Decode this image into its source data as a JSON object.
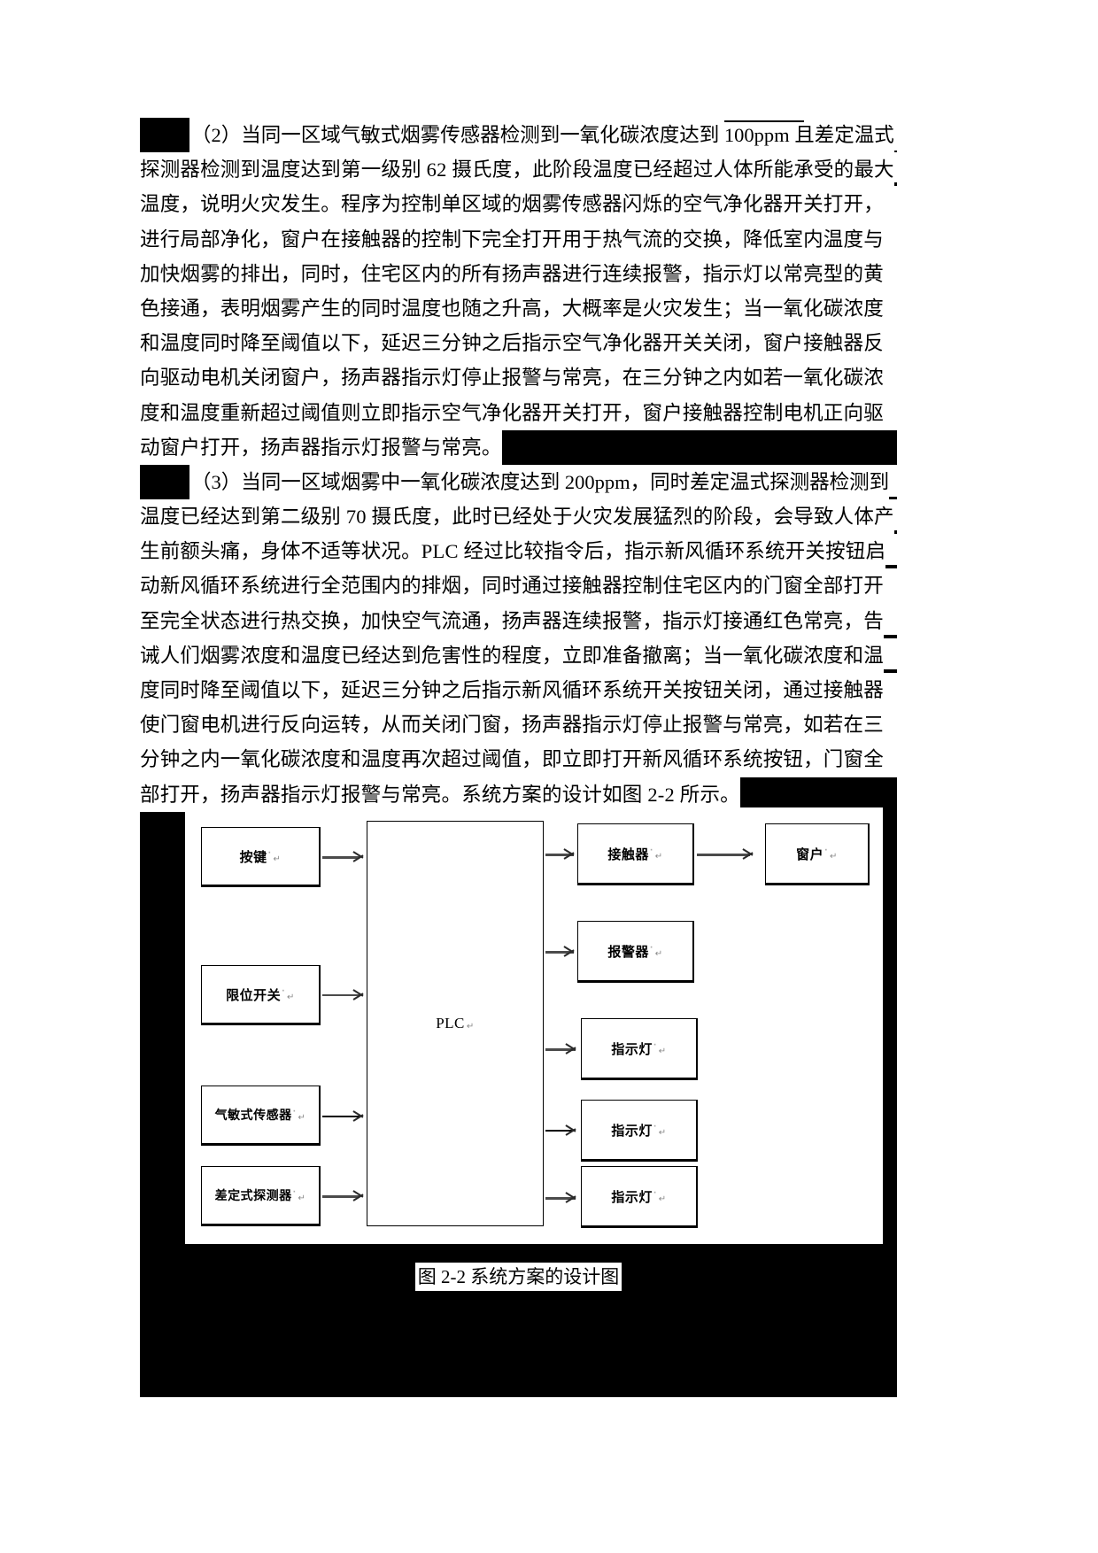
{
  "document": {
    "language": "zh-CN",
    "paragraphs": [
      {
        "id": "para-2",
        "marker": "（2）",
        "lines": [
          "（2）当同一区域气敏式烟雾传感器检测到一氧化碳浓度达到 100ppm 且差定温式",
          "探测器检测到温度达到第一级别 62 摄氏度，此阶段温度已经超过人体所能承受的最大",
          "温度，说明火灾发生。程序为控制单区域的烟雾传感器闪烁的空气净化器开关打开，",
          "进行局部净化，窗户在接触器的控制下完全打开用于热气流的交换，降低室内温度与",
          "加快烟雾的排出，同时，住宅区内的所有扬声器进行连续报警，指示灯以常亮型的黄",
          "色接通，表明烟雾产生的同时温度也随之升高，大概率是火灾发生；当一氧化碳浓度",
          "和温度同时降至阈值以下，延迟三分钟之后指示空气净化器开关关闭，窗户接触器反",
          "向驱动电机关闭窗户，扬声器指示灯停止报警与常亮，在三分钟之内如若一氧化碳浓",
          "度和温度重新超过阈值则立即指示空气净化器开关打开，窗户接触器控制电机正向驱",
          "动窗户打开，扬声器指示灯报警与常亮。"
        ]
      },
      {
        "id": "para-3",
        "marker": "（3）",
        "lines": [
          "（3）当同一区域烟雾中一氧化碳浓度达到 200ppm，同时差定温式探测器检测到",
          "温度已经达到第二级别 70 摄氏度，此时已经处于火灾发展猛烈的阶段，会导致人体产",
          "生前额头痛，身体不适等状况。PLC 经过比较指令后，指示新风循环系统开关按钮启",
          "动新风循环系统进行全范围内的排烟，同时通过接触器控制住宅区内的门窗全部打开",
          "至完全状态进行热交换，加快空气流通，扬声器连续报警，指示灯接通红色常亮，告",
          "诫人们烟雾浓度和温度已经达到危害性的程度，立即准备撤离；当一氧化碳浓度和温",
          "度同时降至阈值以下，延迟三分钟之后指示新风循环系统开关按钮关闭，通过接触器",
          "使门窗电机进行反向运转，从而关闭门窗，扬声器指示灯停止报警与常亮，如若在三",
          "分钟之内一氧化碳浓度和温度再次超过阈值，即立即打开新风循环系统按钮，门窗全",
          "部打开，扬声器指示灯报警与常亮。系统方案的设计如图 2-2 所示。"
        ]
      }
    ]
  },
  "figure": {
    "caption": "图 2-2  系统方案的设计图",
    "diagram": {
      "type": "block-diagram",
      "inputs": [
        {
          "id": "node-button",
          "label": "按键",
          "mark": "·",
          "pilcrow": "↵"
        },
        {
          "id": "node-limit-switch",
          "label": "限位开关",
          "mark": "·",
          "pilcrow": "↵"
        },
        {
          "id": "node-gas-sensor",
          "label": "气敏式传感器",
          "mark": "·",
          "pilcrow": "↵"
        },
        {
          "id": "node-rate-detector",
          "label": "差定式探测器",
          "mark": "·",
          "pilcrow": "↵"
        }
      ],
      "controller": {
        "id": "node-plc",
        "label": "PLC",
        "pilcrow": "↵"
      },
      "outputs": [
        {
          "id": "node-contactor",
          "label": "接触器",
          "mark": "·",
          "pilcrow": "↵"
        },
        {
          "id": "node-alarm",
          "label": "报警器",
          "mark": "·",
          "pilcrow": "↵"
        },
        {
          "id": "node-light-1",
          "label": "指示灯",
          "mark": "·",
          "pilcrow": "↵"
        },
        {
          "id": "node-light-2",
          "label": "指示灯",
          "mark": "·",
          "pilcrow": "↵"
        },
        {
          "id": "node-light-3",
          "label": "指示灯",
          "mark": "·",
          "pilcrow": "↵"
        }
      ],
      "terminal": {
        "id": "node-window",
        "label": "窗户",
        "mark": "·",
        "pilcrow": "↵"
      },
      "edges": [
        {
          "from": "node-button",
          "to": "node-plc"
        },
        {
          "from": "node-limit-switch",
          "to": "node-plc"
        },
        {
          "from": "node-gas-sensor",
          "to": "node-plc"
        },
        {
          "from": "node-rate-detector",
          "to": "node-plc"
        },
        {
          "from": "node-plc",
          "to": "node-contactor"
        },
        {
          "from": "node-plc",
          "to": "node-alarm"
        },
        {
          "from": "node-plc",
          "to": "node-light-1"
        },
        {
          "from": "node-plc",
          "to": "node-light-2"
        },
        {
          "from": "node-plc",
          "to": "node-light-3"
        },
        {
          "from": "node-contactor",
          "to": "node-window"
        }
      ]
    }
  },
  "colors": {
    "ink": "#000000",
    "paper": "#ffffff",
    "arrow": "#4b4b4b",
    "scan_artifact": "#000000"
  }
}
